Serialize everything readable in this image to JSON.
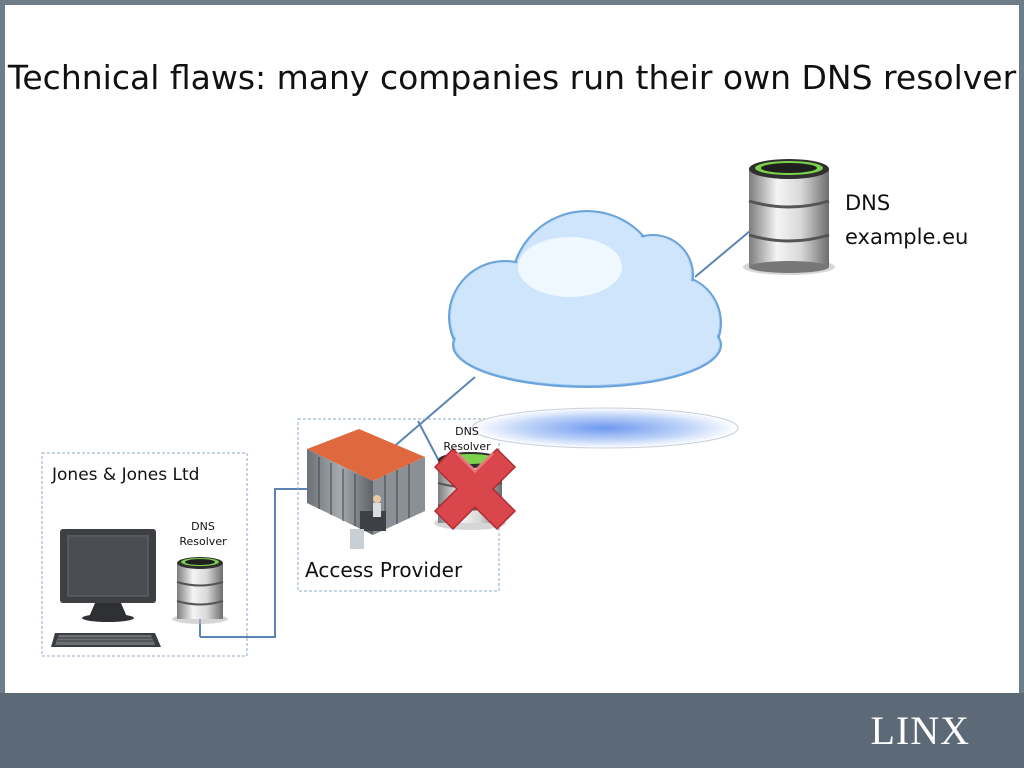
{
  "slide": {
    "title": "Technical flaws: many companies run their own DNS resolver"
  },
  "labels": {
    "authoritative_name": "DNS",
    "authoritative_domain": "example.eu",
    "company": "Jones & Jones Ltd",
    "company_resolver_line1": "DNS",
    "company_resolver_line2": "Resolver",
    "provider": "Access Provider",
    "provider_resolver_line1": "DNS",
    "provider_resolver_line2": "Resolver"
  },
  "footer": {
    "logo": "LINX"
  },
  "colors": {
    "link_line": "#5b85b4",
    "dashed_box": "#8fa9c9",
    "cross": "#d9464b",
    "footer_bg": "#5c6a78"
  },
  "icons": [
    "server-stack-icon",
    "cloud-icon",
    "datacenter-icon",
    "computer-icon",
    "disabled-cross-icon"
  ]
}
